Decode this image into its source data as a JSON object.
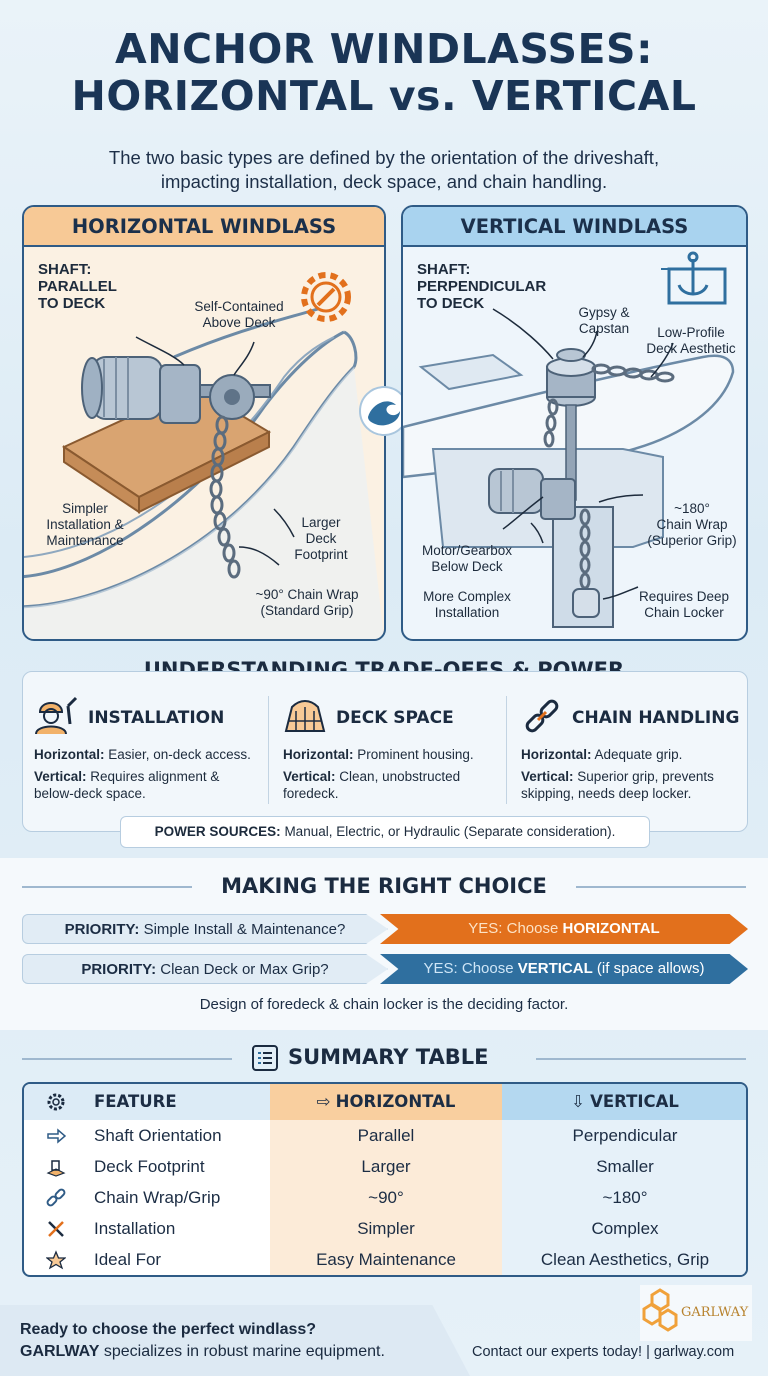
{
  "title_line1": "ANCHOR WINDLASSES:",
  "title_line2": "HORIZONTAL vs. VERTICAL",
  "subtitle_line1": "The two basic types are defined by the orientation of the driveshaft,",
  "subtitle_line2": "impacting installation, deck space, and chain handling.",
  "horizontal_panel": {
    "heading": "HORIZONTAL WINDLASS",
    "shaft_l1": "SHAFT:",
    "shaft_l2": "PARALLEL",
    "shaft_l3": "TO DECK",
    "self_l1": "Self-Contained",
    "self_l2": "Above Deck",
    "simple_l1": "Simpler",
    "simple_l2": "Installation &",
    "simple_l3": "Maintenance",
    "larger_l1": "Larger",
    "larger_l2": "Deck",
    "larger_l3": "Footprint",
    "wrap_l1": "~90° Chain Wrap",
    "wrap_l2": "(Standard Grip)"
  },
  "vertical_panel": {
    "heading": "VERTICAL WINDLASS",
    "shaft_l1": "SHAFT:",
    "shaft_l2": "PERPENDICULAR",
    "shaft_l3": "TO DECK",
    "gypsy_l1": "Gypsy &",
    "gypsy_l2": "Capstan",
    "low_l1": "Low-Profile",
    "low_l2": "Deck Aesthetic",
    "wrap_l1": "~180°",
    "wrap_l2": "Chain Wrap",
    "wrap_l3": "(Superior Grip)",
    "motor_l1": "Motor/Gearbox",
    "motor_l2": "Below Deck",
    "complex_l1": "More Complex",
    "complex_l2": "Installation",
    "deep_l1": "Requires Deep",
    "deep_l2": "Chain Locker"
  },
  "tradeoffs": {
    "title": "UNDERSTANDING TRADE-OFFS & POWER",
    "columns": [
      {
        "title": "INSTALLATION",
        "h_label": "Horizontal:",
        "h_text": "Easier, on-deck access.",
        "v_label": "Vertical:",
        "v_text": "Requires alignment &",
        "v_text2": "below-deck space."
      },
      {
        "title": "DECK SPACE",
        "h_label": "Horizontal:",
        "h_text": "Prominent housing.",
        "v_label": "Vertical:",
        "v_text": "Clean, unobstructed",
        "v_text2": "foredeck."
      },
      {
        "title": "CHAIN HANDLING",
        "h_label": "Horizontal:",
        "h_text": "Adequate grip.",
        "v_label": "Vertical:",
        "v_text": "Superior grip, prevents",
        "v_text2": "skipping, needs deep locker."
      }
    ],
    "power_label": "POWER SOURCES:",
    "power_text": "Manual, Electric, or Hydraulic (Separate consideration)."
  },
  "choice": {
    "title": "MAKING THE RIGHT CHOICE",
    "rows": [
      {
        "priority_label": "PRIORITY:",
        "priority_text": "Simple Install & Maintenance?",
        "yes_label": "YES:",
        "yes_text": "Choose",
        "yes_type": "HORIZONTAL",
        "yes_note": "",
        "color": "#e2701c"
      },
      {
        "priority_label": "PRIORITY:",
        "priority_text": "Clean Deck or Max Grip?",
        "yes_label": "YES:",
        "yes_text": "Choose",
        "yes_type": "VERTICAL",
        "yes_note": "(if space allows)",
        "color": "#2f6f9f"
      }
    ],
    "note": "Design of foredeck & chain locker is the deciding factor."
  },
  "summary": {
    "title": "SUMMARY TABLE",
    "headers": [
      "FEATURE",
      "HORIZONTAL",
      "VERTICAL"
    ],
    "rows": [
      {
        "feature": "Shaft Orientation",
        "horizontal": "Parallel",
        "vertical": "Perpendicular",
        "icon": "arrow-right-icon"
      },
      {
        "feature": "Deck Footprint",
        "horizontal": "Larger",
        "vertical": "Smaller",
        "icon": "footprint-icon"
      },
      {
        "feature": "Chain Wrap/Grip",
        "horizontal": "~90°",
        "vertical": "~180°",
        "icon": "chain-icon"
      },
      {
        "feature": "Installation",
        "horizontal": "Simpler",
        "vertical": "Complex",
        "icon": "tools-icon"
      },
      {
        "feature": "Ideal For",
        "horizontal": "Easy Maintenance",
        "vertical": "Clean Aesthetics, Grip",
        "icon": "star-icon"
      }
    ]
  },
  "footer": {
    "cta_line1": "Ready to choose the perfect windlass?",
    "cta_brand": "GARLWAY",
    "cta_line2": "specializes in robust marine equipment.",
    "contact": "Contact our experts today! | garlway.com",
    "logo_text": "GARLWAY"
  },
  "colors": {
    "orange": "#e2701c",
    "blue": "#2f6f9f",
    "navy": "#1a3556"
  }
}
